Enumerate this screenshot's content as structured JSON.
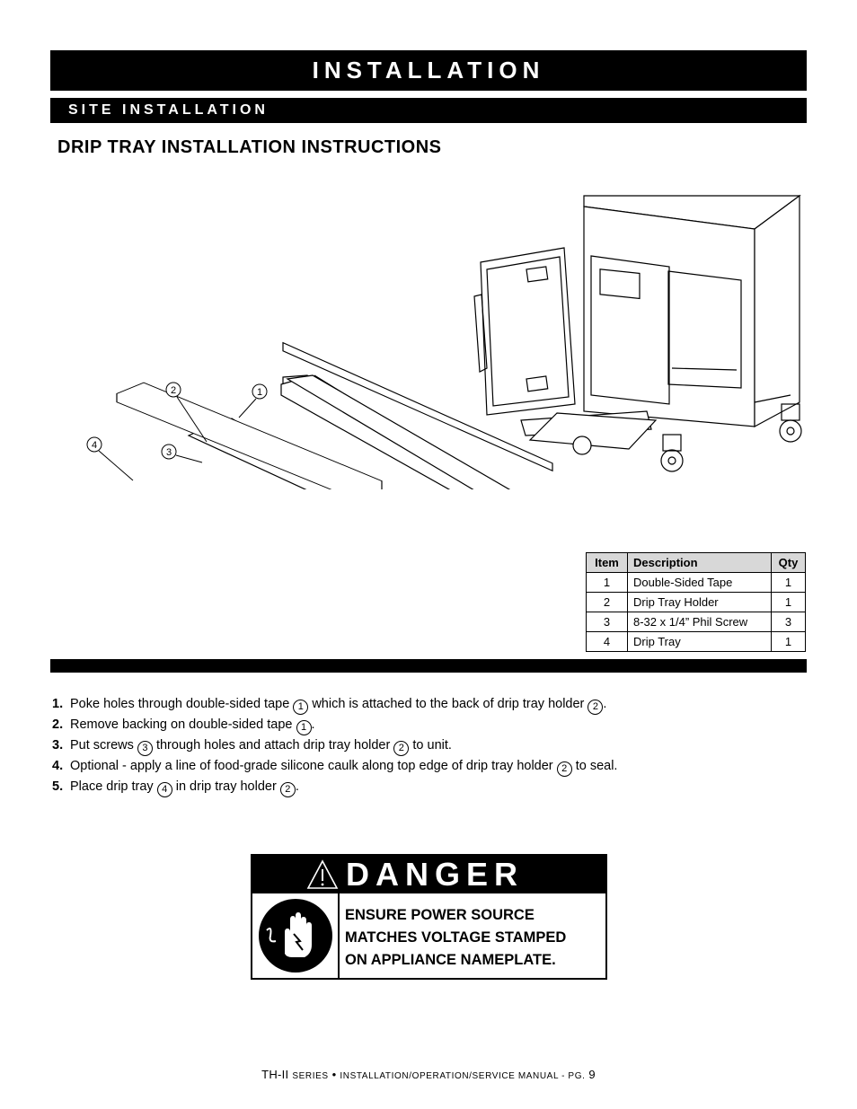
{
  "header": {
    "section_title": "INSTALLATION",
    "subsection_title": "SITE INSTALLATION",
    "heading": "DRIP TRAY INSTALLATION INSTRUCTIONS"
  },
  "figure": {
    "callouts": [
      "1",
      "2",
      "3",
      "4"
    ]
  },
  "parts_table": {
    "headers": {
      "item": "Item",
      "description": "Description",
      "qty": "Qty"
    },
    "rows": [
      {
        "item": "1",
        "description": "Double-Sided Tape",
        "qty": "1"
      },
      {
        "item": "2",
        "description": "Drip Tray Holder",
        "qty": "1"
      },
      {
        "item": "3",
        "description": "8-32 x 1/4” Phil Screw",
        "qty": "3"
      },
      {
        "item": "4",
        "description": "Drip Tray",
        "qty": "1"
      }
    ]
  },
  "steps": [
    {
      "num": "1.",
      "parts": [
        {
          "t": "text",
          "v": "Poke holes through double-sided tape "
        },
        {
          "t": "ref",
          "v": "1"
        },
        {
          "t": "text",
          "v": " which is attached to the back of drip tray holder "
        },
        {
          "t": "ref",
          "v": "2"
        },
        {
          "t": "text",
          "v": "."
        }
      ]
    },
    {
      "num": "2.",
      "parts": [
        {
          "t": "text",
          "v": "Remove backing on double-sided tape "
        },
        {
          "t": "ref",
          "v": "1"
        },
        {
          "t": "text",
          "v": "."
        }
      ]
    },
    {
      "num": "3.",
      "parts": [
        {
          "t": "text",
          "v": "Put screws "
        },
        {
          "t": "ref",
          "v": "3"
        },
        {
          "t": "text",
          "v": " through holes and attach drip tray holder "
        },
        {
          "t": "ref",
          "v": "2"
        },
        {
          "t": "text",
          "v": " to unit."
        }
      ]
    },
    {
      "num": "4.",
      "parts": [
        {
          "t": "text",
          "v": "Optional - apply a line of food-grade silicone caulk along top edge of drip tray holder "
        },
        {
          "t": "ref",
          "v": "2"
        },
        {
          "t": "text",
          "v": " to seal."
        }
      ]
    },
    {
      "num": "5.",
      "parts": [
        {
          "t": "text",
          "v": "Place drip tray "
        },
        {
          "t": "ref",
          "v": "4"
        },
        {
          "t": "text",
          "v": " in drip tray holder "
        },
        {
          "t": "ref",
          "v": "2"
        },
        {
          "t": "text",
          "v": "."
        }
      ]
    }
  ],
  "danger": {
    "title": "DANGER",
    "message_lines": [
      "ENSURE POWER SOURCE",
      "MATCHES VOLTAGE STAMPED",
      "ON APPLIANCE NAMEPLATE."
    ],
    "warning_icon": "warning-triangle-icon",
    "hand_icon": "electrical-hazard-hand-icon"
  },
  "footer": {
    "model": "TH-II",
    "series": "series",
    "bullet": "•",
    "manual": "installation/operation/service manual - pg.",
    "page": "9"
  }
}
